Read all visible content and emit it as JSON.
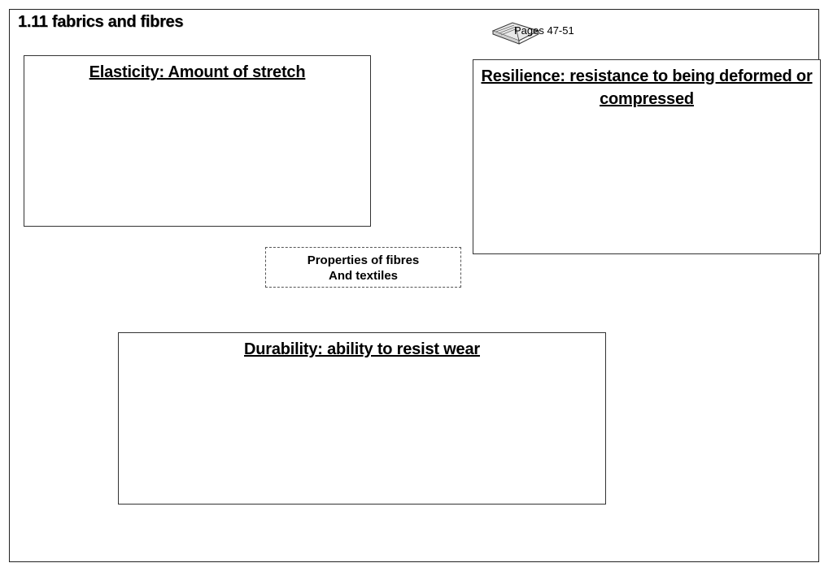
{
  "header": {
    "title": "1.11 fabrics and fibres",
    "pages_ref": "Pages 47-51",
    "book_icon": "open-book-icon"
  },
  "center": {
    "line1": "Properties of fibres",
    "line2": "And textiles"
  },
  "boxes": {
    "elasticity": "Elasticity: Amount of stretch",
    "resilience": "Resilience: resistance to being deformed or compressed",
    "durability": "Durability: ability to resist wear"
  }
}
